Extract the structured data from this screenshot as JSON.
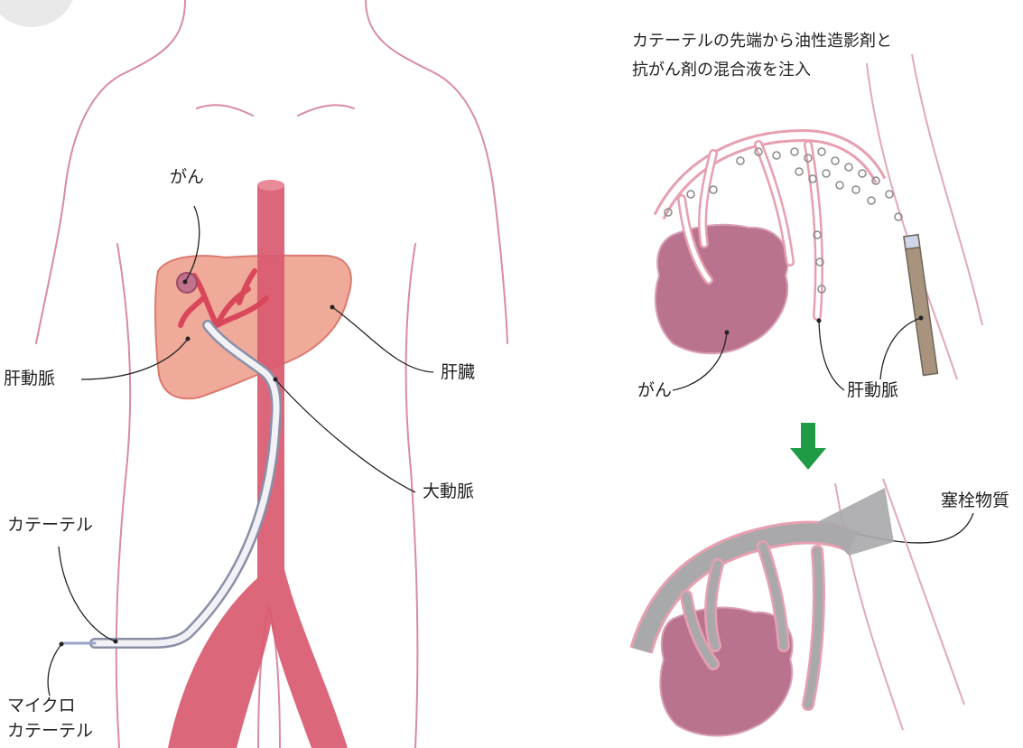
{
  "colors": {
    "body_outline": "#d98aa6",
    "aorta": "#d95a70",
    "liver": "#eea18f",
    "tumor": "#b7768f",
    "embolic": "#a9a9ac",
    "arrow": "#1f9b45"
  },
  "left": {
    "labels": {
      "cancer": "がん",
      "hepatic_artery": "肝動脈",
      "liver": "肝臓",
      "aorta": "大動脈",
      "catheter": "カテーテル",
      "microcatheter_line1": "マイクロ",
      "microcatheter_line2": "カテーテル"
    }
  },
  "right": {
    "caption_line1": "カテーテルの先端から油性造影剤と",
    "caption_line2": "抗がん剤の混合液を注入",
    "labels": {
      "cancer": "がん",
      "hepatic_artery": "肝動脈",
      "embolic_material": "塞栓物質"
    },
    "arrow_icon": "arrow-down-icon"
  }
}
